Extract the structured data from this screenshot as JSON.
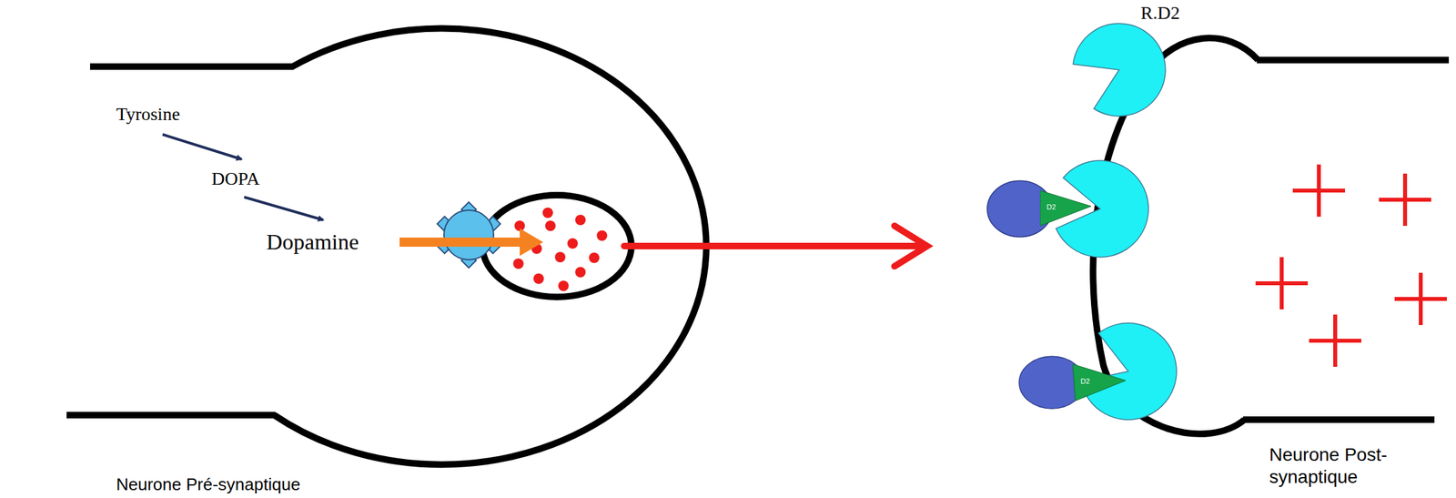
{
  "diagram": {
    "nodes": [
      {
        "text": [
          "D2"
        ]
      },
      {
        "text": [
          "D2"
        ]
      }
    ],
    "labels": [
      "Tyrosine",
      "DOPA",
      "Dopamine",
      "R.D2",
      "Neurone Pré-synaptique",
      "Neurone Post-synaptique"
    ]
  }
}
